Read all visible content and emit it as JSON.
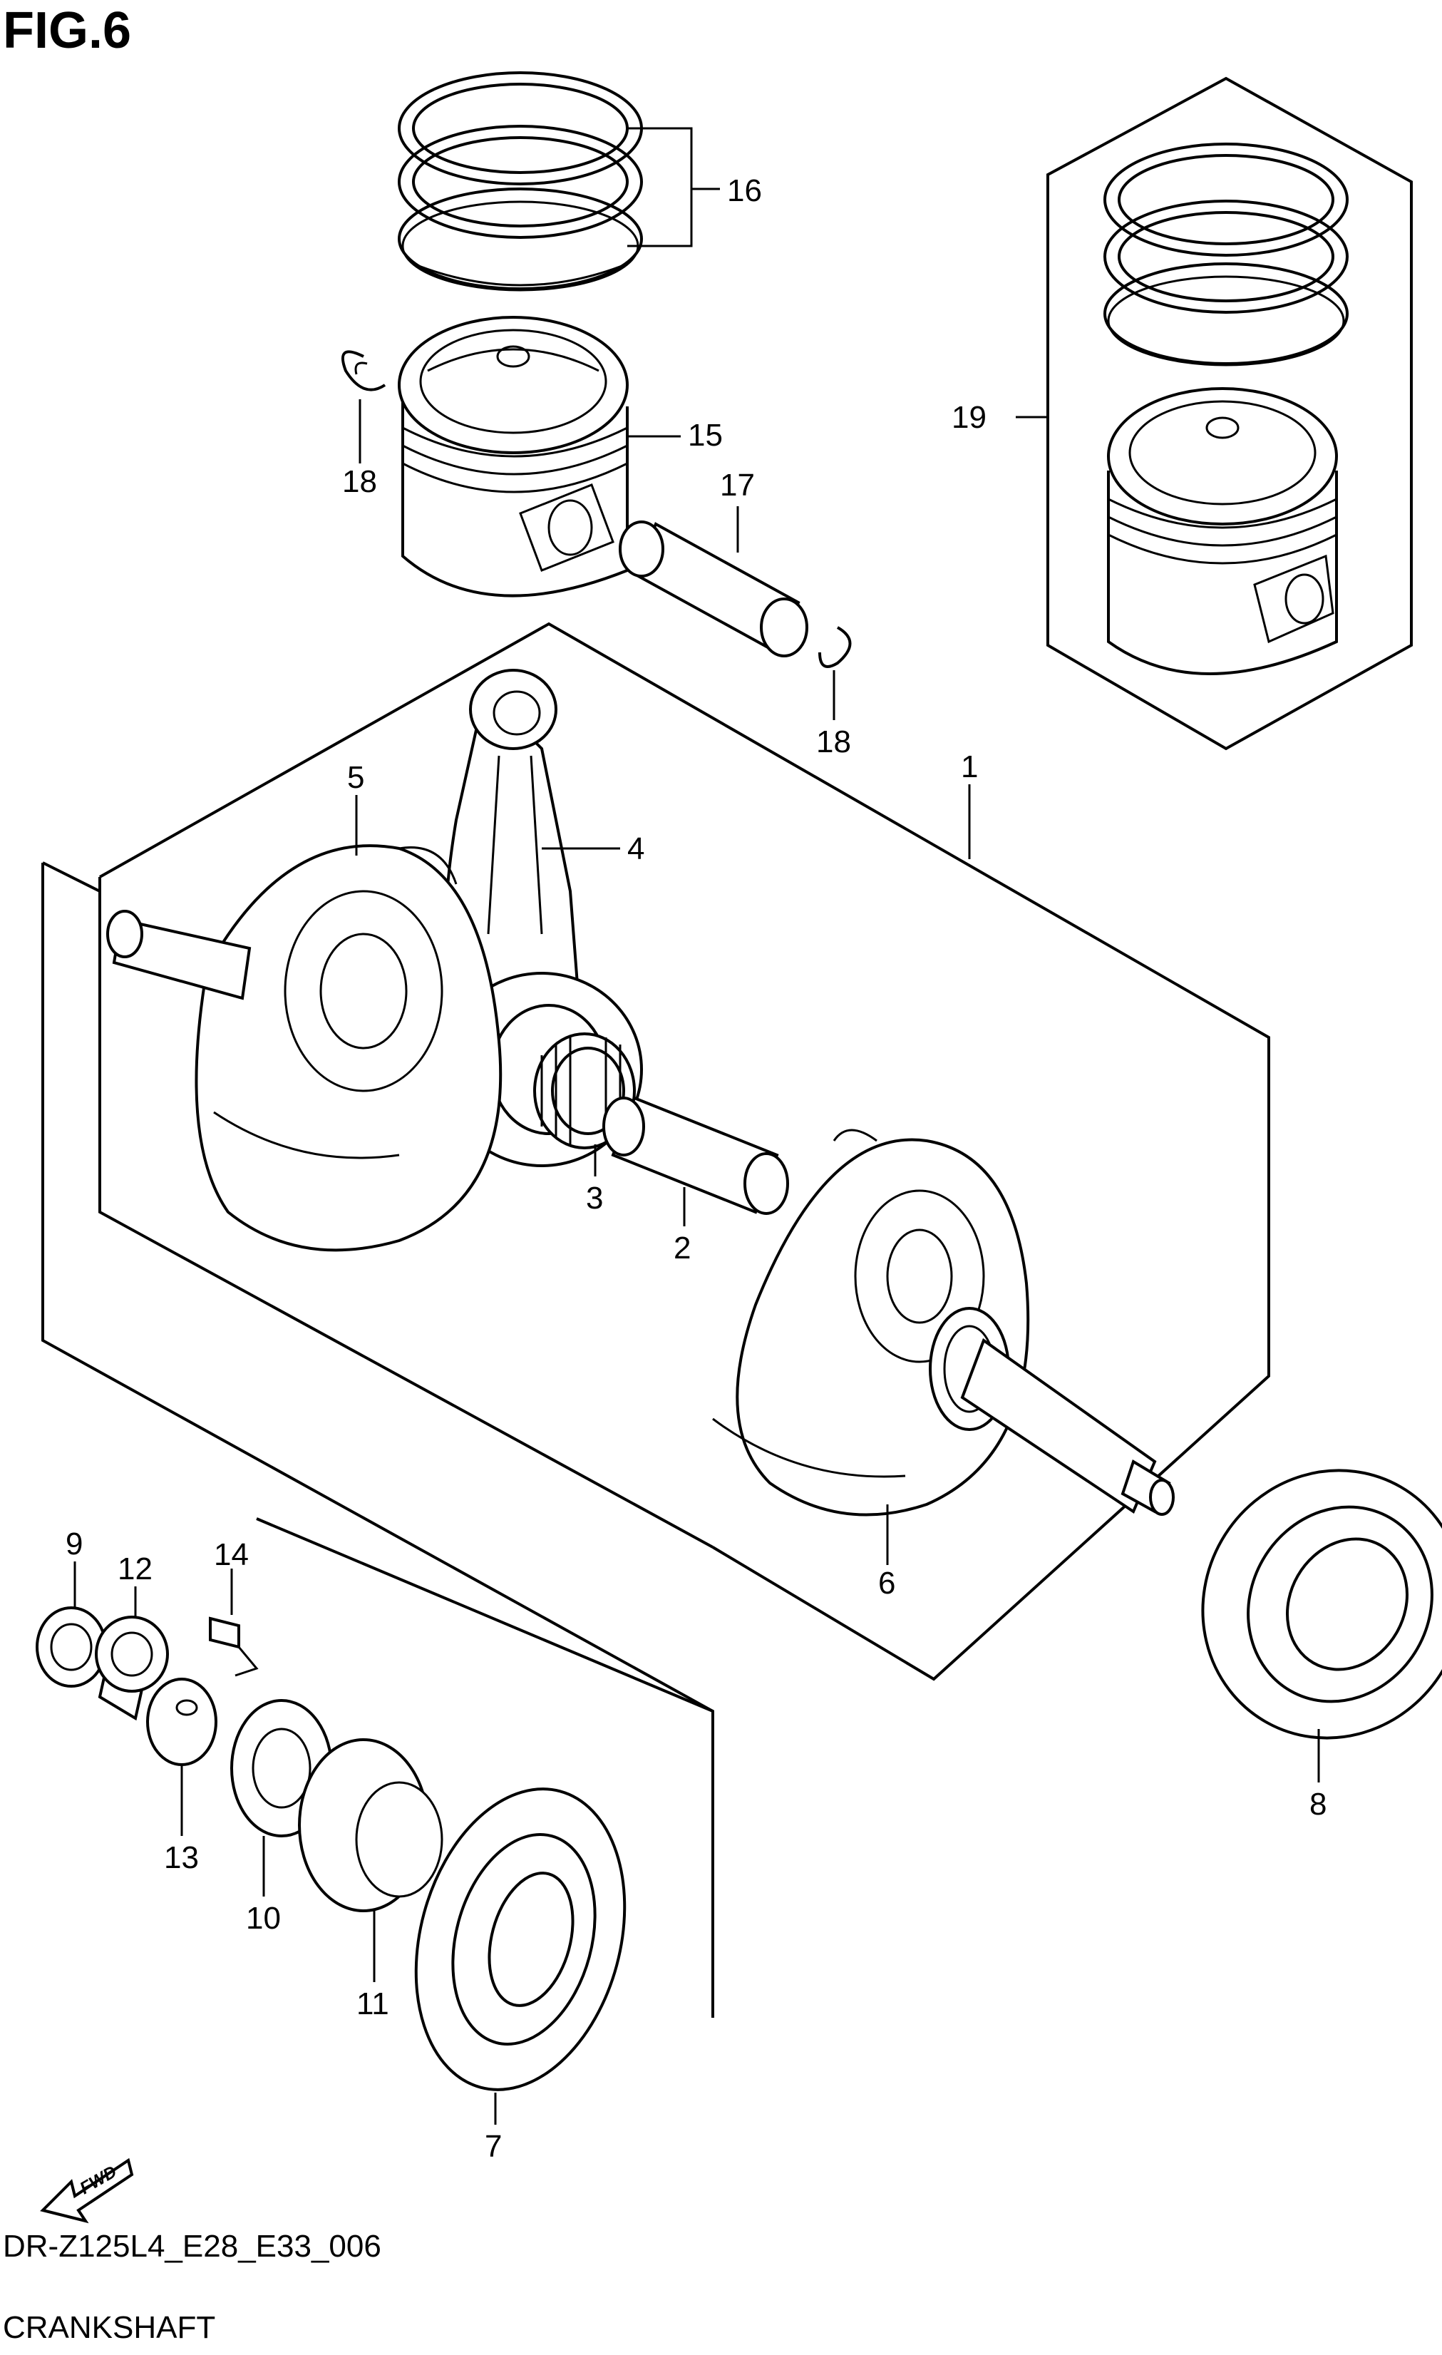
{
  "figure": {
    "title": "FIG.6",
    "model_code": "DR-Z125L4_E28_E33_006",
    "name": "CRANKSHAFT"
  },
  "parts": [
    {
      "ref": "1"
    },
    {
      "ref": "2"
    },
    {
      "ref": "3"
    },
    {
      "ref": "4"
    },
    {
      "ref": "5"
    },
    {
      "ref": "6"
    },
    {
      "ref": "7"
    },
    {
      "ref": "8"
    },
    {
      "ref": "9"
    },
    {
      "ref": "10"
    },
    {
      "ref": "11"
    },
    {
      "ref": "12"
    },
    {
      "ref": "13"
    },
    {
      "ref": "14"
    },
    {
      "ref": "15"
    },
    {
      "ref": "16"
    },
    {
      "ref": "17"
    },
    {
      "ref": "18"
    },
    {
      "ref": "19"
    }
  ],
  "callouts": {
    "c18b": "18"
  },
  "fwd_arrow": {
    "label": "FWD"
  }
}
